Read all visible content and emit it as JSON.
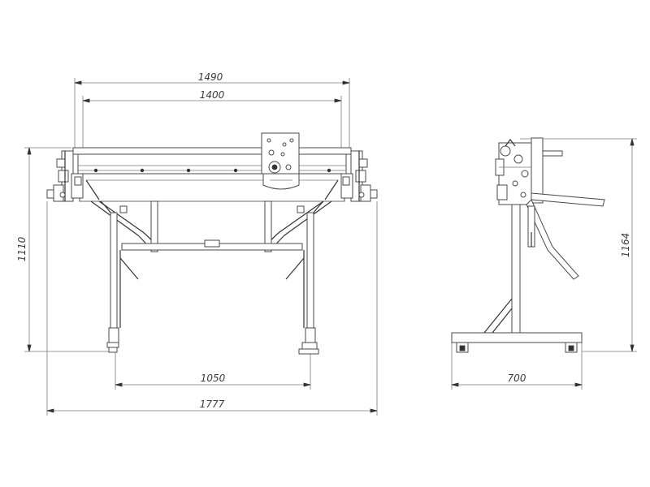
{
  "dimensions": {
    "front_width": "1490",
    "front_inner_width": "1400",
    "front_height": "1110",
    "front_leg_span": "1050",
    "front_overall": "1777",
    "side_height": "1164",
    "side_base": "700"
  }
}
